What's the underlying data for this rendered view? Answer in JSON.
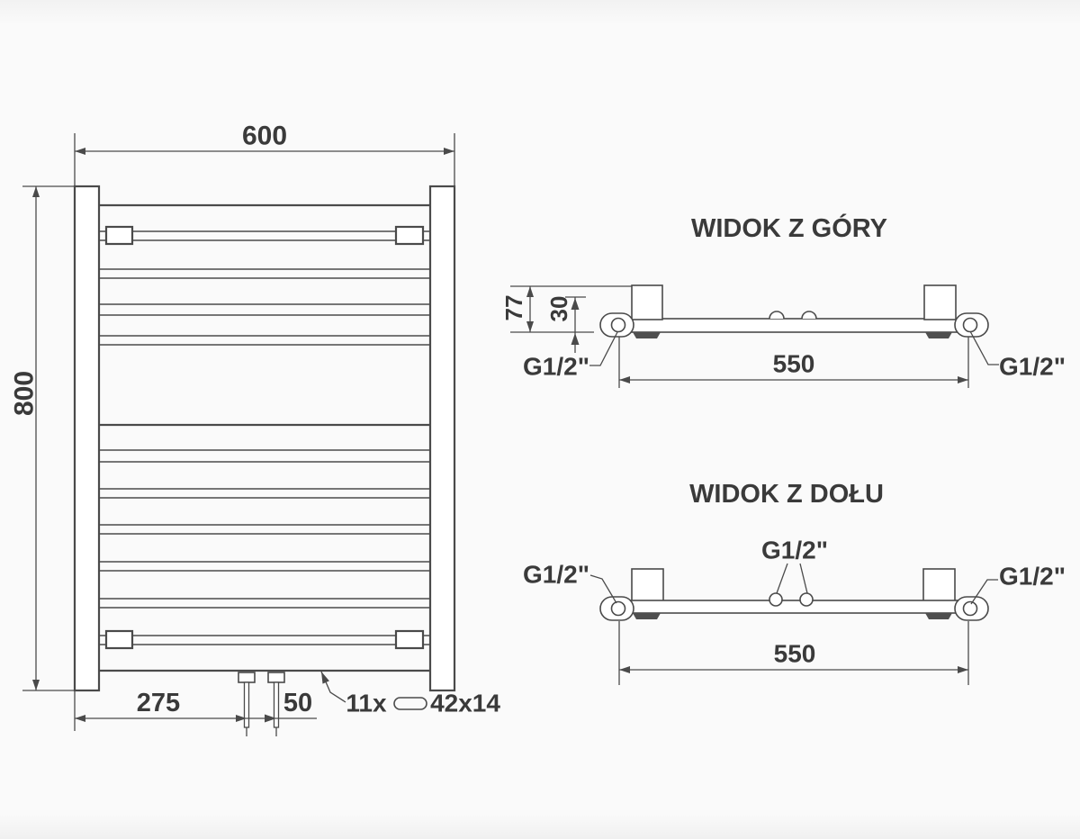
{
  "colors": {
    "line": "#4a4a4a",
    "text": "#3a3a3a",
    "paper": "#ffffff",
    "background": "#fafafa",
    "bracket_foot": "#4f4f4f"
  },
  "front_view": {
    "width_dim": "600",
    "height_dim": "800",
    "left_connection_offset_dim": "275",
    "connection_spacing_dim": "50",
    "tube_count_label": "11x",
    "tube_profile_label": "42x14"
  },
  "top_view": {
    "title": "WIDOK Z GÓRY",
    "depth_dim": "77",
    "tube_depth_dim": "30",
    "connection_spacing_dim": "550",
    "left_fitting_label": "G1/2\"",
    "right_fitting_label": "G1/2\""
  },
  "bottom_view": {
    "title": "WIDOK Z DOŁU",
    "connection_spacing_dim": "550",
    "left_fitting_label": "G1/2\"",
    "center_fitting_label": "G1/2\"",
    "right_fitting_label": "G1/2\""
  }
}
